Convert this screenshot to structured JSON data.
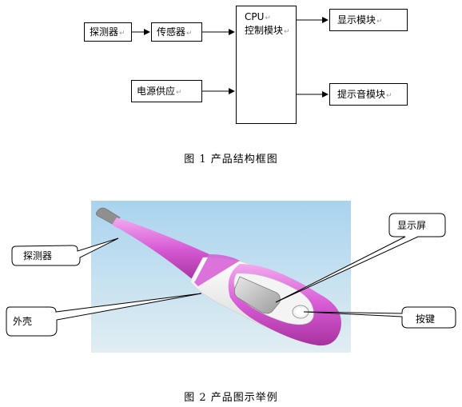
{
  "figure1": {
    "nodes": {
      "probe": "探测器",
      "sensor": "传感器",
      "cpu_line1": "CPU",
      "cpu_line2": "控制模块",
      "display": "显示模块",
      "power": "电源供应",
      "alert": "提示音模块"
    },
    "paragraph_mark": "↵",
    "caption": "图 1  产品结构框图"
  },
  "figure2": {
    "callouts": {
      "probe": "探测器",
      "shell": "外壳",
      "screen": "显示屏",
      "button": "按键"
    },
    "caption": "图 2  产品图示举例",
    "colors": {
      "accent_pink": "#d65ad4",
      "background_top": "#a9d3ee",
      "background_bottom": "#e1eef2",
      "body_white": "#f6f6f6"
    }
  }
}
